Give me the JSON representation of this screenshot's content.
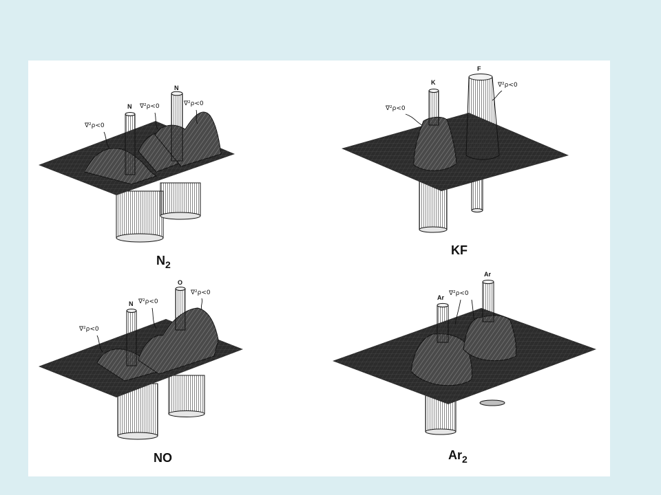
{
  "background_color": "#dbeef2",
  "panel_color": "#ffffff",
  "plots": [
    {
      "id": "n2",
      "molecule": "N",
      "molecule_subscript": "2",
      "atoms": [
        "N",
        "N"
      ],
      "annotations": [
        "∇²ρ<0",
        "∇²ρ<0",
        "∇²ρ<0"
      ]
    },
    {
      "id": "kf",
      "molecule": "KF",
      "molecule_subscript": "",
      "atoms": [
        "K",
        "F"
      ],
      "annotations": [
        "∇²ρ<0",
        "∇²ρ<0"
      ]
    },
    {
      "id": "no",
      "molecule": "NO",
      "molecule_subscript": "",
      "atoms": [
        "N",
        "O"
      ],
      "annotations": [
        "∇²ρ<0",
        "∇²ρ<0",
        "∇²ρ<0"
      ]
    },
    {
      "id": "ar2",
      "molecule": "Ar",
      "molecule_subscript": "2",
      "atoms": [
        "Ar",
        "Ar"
      ],
      "annotations": [
        "∇²ρ<0"
      ]
    }
  ]
}
